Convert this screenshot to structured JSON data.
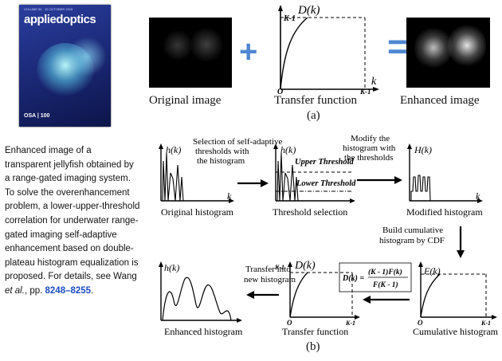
{
  "cover": {
    "title": "appliedoptics",
    "topline": "VOLUME 54 · 10 OCTOBER 2015",
    "publisher": "OSA | 100"
  },
  "caption": {
    "text": "Enhanced image of a transparent jellyfish obtained by a range-gated imaging system. To solve the overenhancement problem, a lower-upper-threshold correlation for underwater range-gated imaging self-adaptive enhancement based on double-plateau histogram equalization is proposed. For details, see Wang ",
    "etal": "et al.",
    "pp": ", pp. ",
    "pages": "8248–8255",
    "end": "."
  },
  "panel_a": {
    "label": "(a)",
    "original": "Original image",
    "transfer": "Transfer function",
    "enhanced": "Enhanced image",
    "plus": "+",
    "equals": "=",
    "dk": "D(k)",
    "k1_top": "K-1",
    "origin": "O",
    "k": "k",
    "k1_bottom": "K-1"
  },
  "panel_b": {
    "label": "(b)",
    "hk": "h(k)",
    "Hk": "H(k)",
    "Fk": "F(k)",
    "Dk": "D(k)",
    "k": "k",
    "o": "O",
    "k1": "K-1",
    "orig_hist": "Original histogram",
    "thresh_sel": "Threshold selection",
    "mod_hist": "Modified histogram",
    "cum_hist": "Cumulative histogram",
    "trans_func": "Transfer function",
    "enh_hist": "Enhanced histogram",
    "step1": "Selection of self-adaptive thresholds with the histogram",
    "step2": "Modify the histogram with the thresholds",
    "step3": "Build cumulative histogram by CDF",
    "step4": "Transfer into new histogram",
    "upper": "Upper Threshold",
    "lower": "Lower Threshold",
    "formula_lhs": "D(k) =",
    "formula_num": "(K - 1)F(k)",
    "formula_den": "F(K - 1)"
  }
}
